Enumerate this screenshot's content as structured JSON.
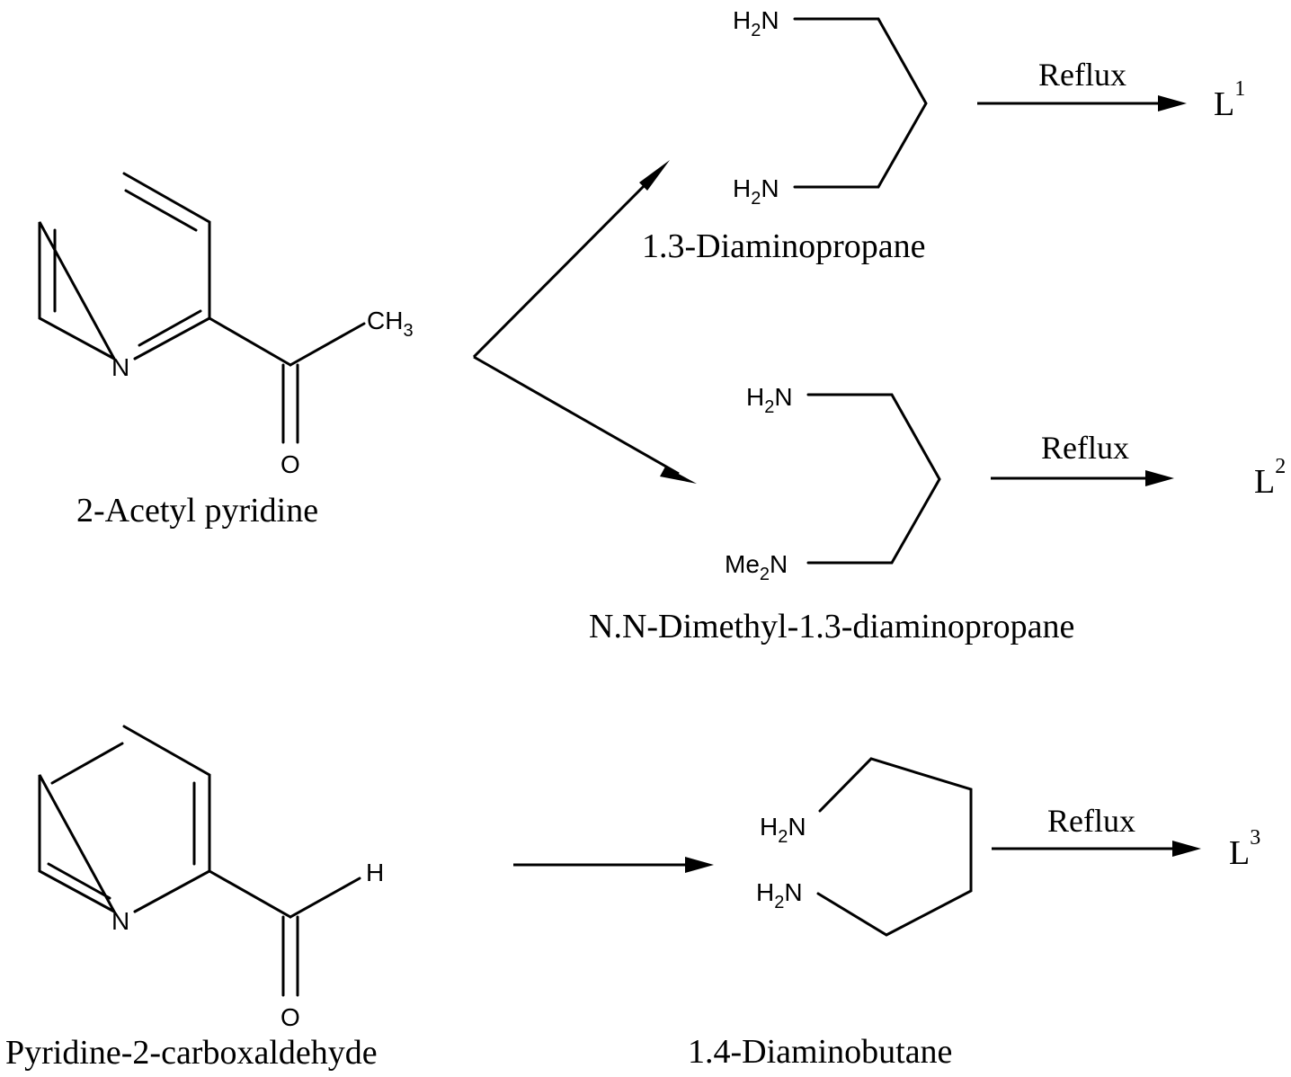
{
  "compounds": {
    "acetylpyridine": {
      "name": "2-Acetyl pyridine",
      "n_label": "N",
      "o_label": "O",
      "methyl_main": "CH",
      "methyl_sub": "3"
    },
    "carboxaldehyde": {
      "name": "Pyridine-2-carboxaldehyde",
      "n_label": "N",
      "o_label": "O",
      "h_label": "H"
    },
    "diaminopropane": {
      "name": "1.3-Diaminopropane",
      "amine_main_pre": "H",
      "amine_sub": "2",
      "amine_main_post": "N"
    },
    "dimethyl_diaminopropane": {
      "name": "N.N-Dimethyl-1.3-diaminopropane",
      "amine_main_pre": "H",
      "amine_sub": "2",
      "amine_main_post": "N",
      "dimethyl_main_pre": "Me",
      "dimethyl_sub": "2",
      "dimethyl_main_post": "N"
    },
    "diaminobutane": {
      "name": "1.4-Diaminobutane",
      "amine_main_pre": "H",
      "amine_sub": "2",
      "amine_main_post": "N"
    }
  },
  "reactions": [
    {
      "condition": "Reflux",
      "product_main": "L",
      "product_sup": "1"
    },
    {
      "condition": "Reflux",
      "product_main": "L",
      "product_sup": "2"
    },
    {
      "condition": "Reflux",
      "product_main": "L",
      "product_sup": "3"
    }
  ]
}
